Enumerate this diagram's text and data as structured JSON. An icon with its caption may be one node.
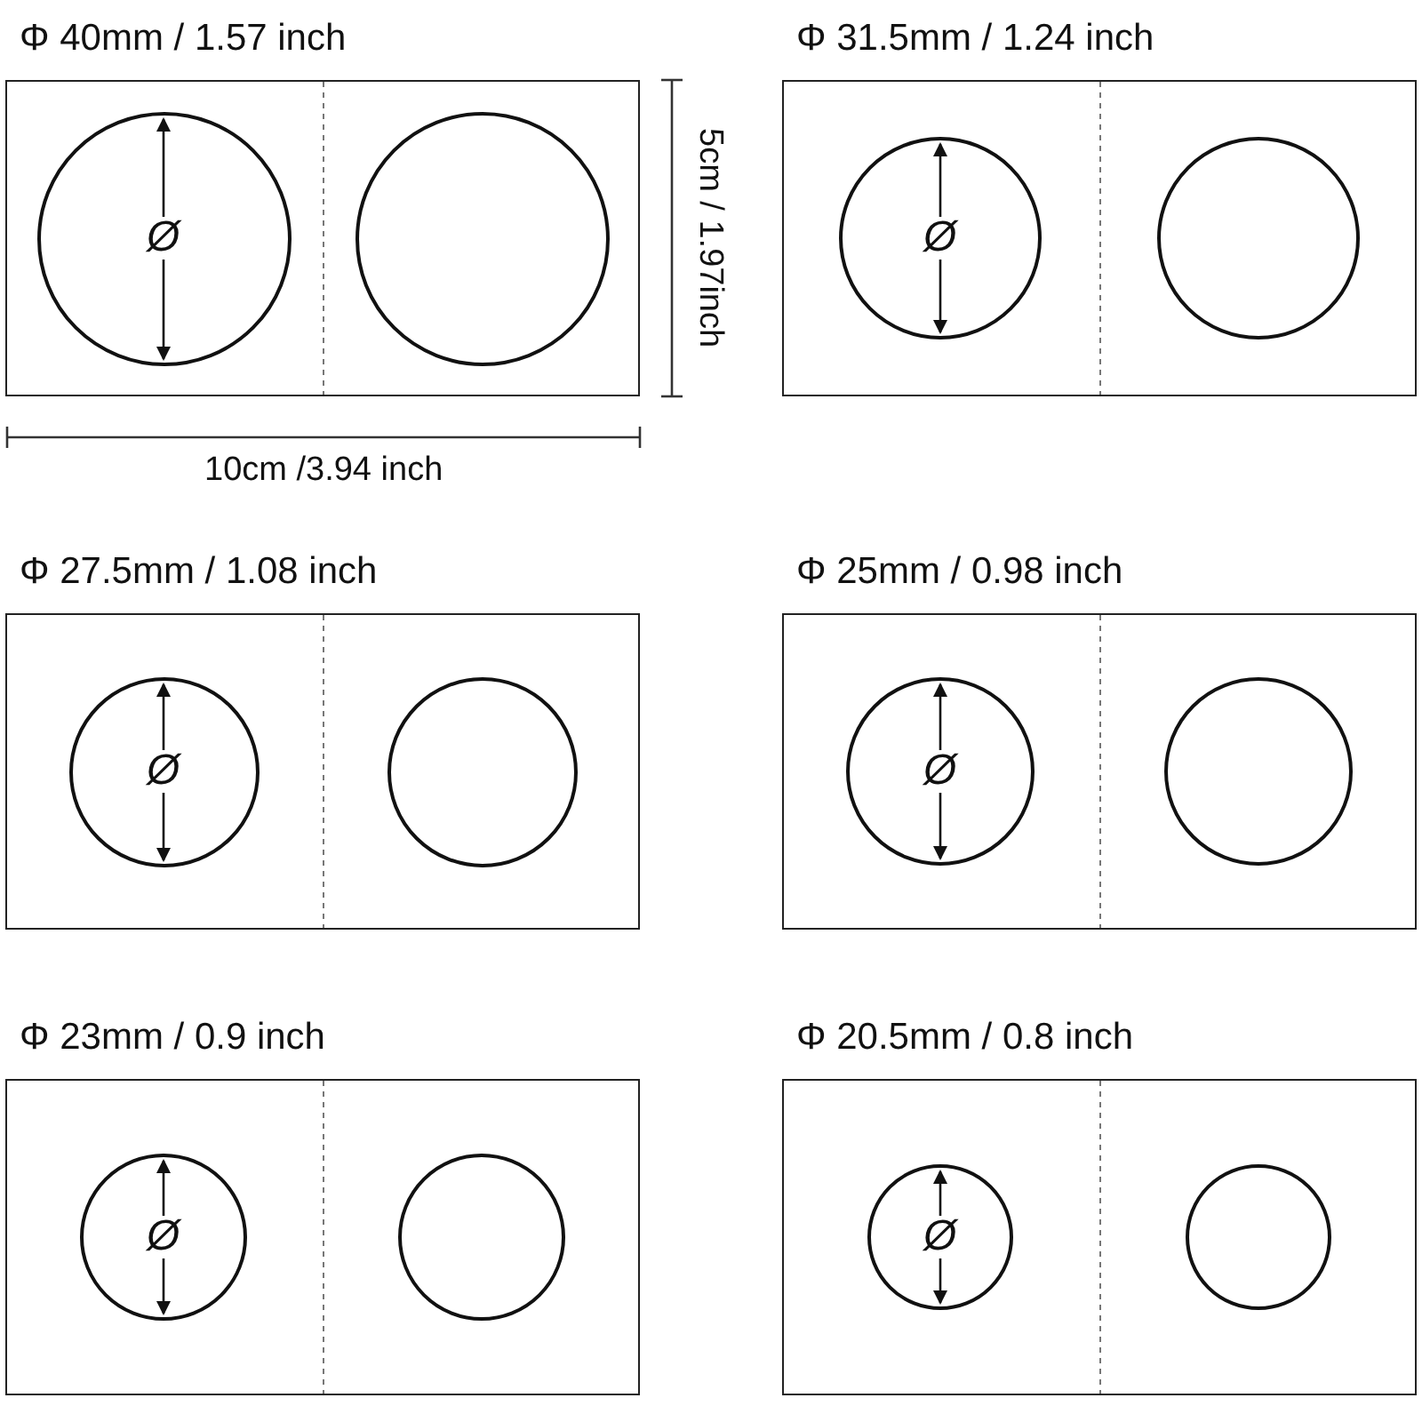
{
  "diagram": {
    "nodes": [
      {
        "text": [
          "Φ 40mm / 1.57 inch"
        ]
      },
      {
        "text": [
          "Ø"
        ],
        "in": 0
      },
      {
        "text": [],
        "shape": "circle",
        "in": 0
      },
      {
        "text": [
          "Φ 31.5mm / 1.24 inch"
        ]
      },
      {
        "text": [
          "Ø"
        ],
        "in": 3
      },
      {
        "text": [],
        "shape": "circle",
        "in": 3
      },
      {
        "text": [
          "Φ 27.5mm / 1.08 inch"
        ]
      },
      {
        "text": [
          "Ø"
        ],
        "in": 6
      },
      {
        "text": [],
        "shape": "circle",
        "in": 6
      },
      {
        "text": [
          "Φ 25mm / 0.98 inch"
        ]
      },
      {
        "text": [
          "Ø"
        ],
        "in": 9
      },
      {
        "text": [],
        "shape": "circle",
        "in": 9
      },
      {
        "text": [
          "Φ 23mm / 0.9 inch"
        ]
      },
      {
        "text": [
          "Ø"
        ],
        "in": 12
      },
      {
        "text": [],
        "shape": "circle",
        "in": 12
      },
      {
        "text": [
          "Φ 20.5mm / 0.8 inch"
        ]
      },
      {
        "text": [
          "Ø"
        ],
        "in": 15
      },
      {
        "text": [],
        "shape": "circle",
        "in": 15
      }
    ],
    "labels": [
      "5cm / 1.97inch",
      "10cm /3.94 inch"
    ]
  }
}
